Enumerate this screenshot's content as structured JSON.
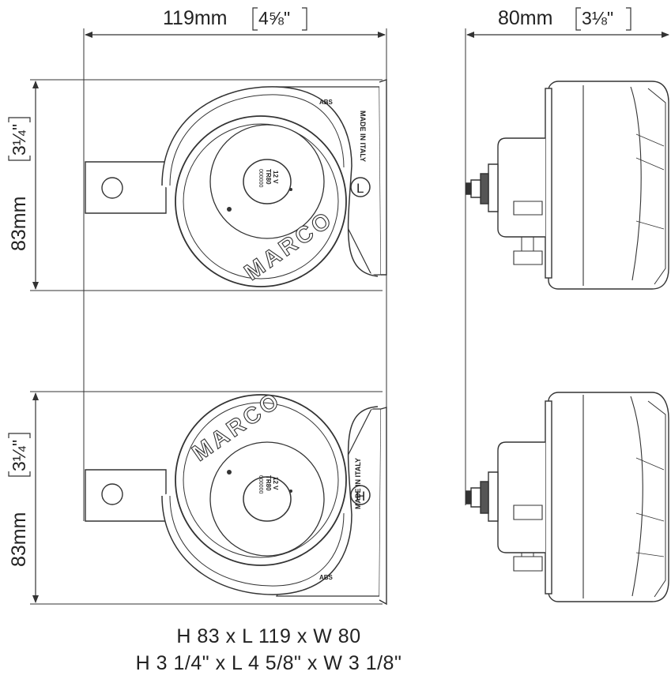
{
  "dimensions": {
    "length": {
      "metric": "119mm",
      "imperial": "4⅝\""
    },
    "width": {
      "metric": "80mm",
      "imperial": "3⅛\""
    },
    "height_top": {
      "metric": "83mm",
      "imperial": "3¼\""
    },
    "height_bottom": {
      "metric": "83mm",
      "imperial": "3¼\""
    }
  },
  "horns": {
    "low": {
      "brand": "MARCO",
      "badge": "L",
      "origin": "MADE IN ITALY",
      "voltage": "12 V",
      "code": "TR80",
      "serial": "000000",
      "mark": "ABS"
    },
    "high": {
      "brand": "MARCO",
      "badge": "H",
      "origin": "MADE IN ITALY",
      "voltage": "12 V",
      "code": "TR80",
      "serial": "000000",
      "mark": "ABS"
    }
  },
  "specs": {
    "metric": "H 83 x L 119 x W 80",
    "imperial": "H 3 1/4\" x L 4 5/8\" x W 3 1/8\""
  }
}
